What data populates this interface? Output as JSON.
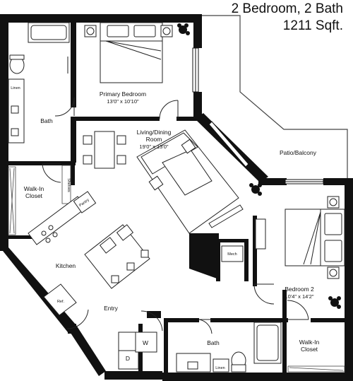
{
  "header": {
    "title": "2 Bedroom, 2 Bath",
    "area": "1211 Sqft."
  },
  "rooms": {
    "primary_bedroom": {
      "name": "Primary Bedroom",
      "dims": "13'0\" x 10'10\""
    },
    "living": {
      "name_line1": "Living/Dining",
      "name_line2": "Room",
      "dims": "19'0\" x 13'0\""
    },
    "patio": {
      "name": "Patio/Balcony"
    },
    "bath1": {
      "name": "Bath"
    },
    "walkin1": {
      "name_line1": "Walk-In",
      "name_line2": "Closet"
    },
    "kitchen": {
      "name": "Kitchen"
    },
    "bedroom2": {
      "name": "Bedroom 2",
      "dims": "10'4\" x 14'2\""
    },
    "entry": {
      "name": "Entry"
    },
    "bath2": {
      "name": "Bath"
    },
    "walkin2": {
      "name_line1": "Walk-In",
      "name_line2": "Closet"
    }
  },
  "labels": {
    "linen": "Linen",
    "shelves": "Shelves",
    "pantry": "Pantry",
    "ref": "Ref.",
    "mech": "Mech",
    "washer": "W",
    "dryer": "D"
  },
  "colors": {
    "wall": "#111111",
    "line": "#222222",
    "background": "#ffffff"
  }
}
